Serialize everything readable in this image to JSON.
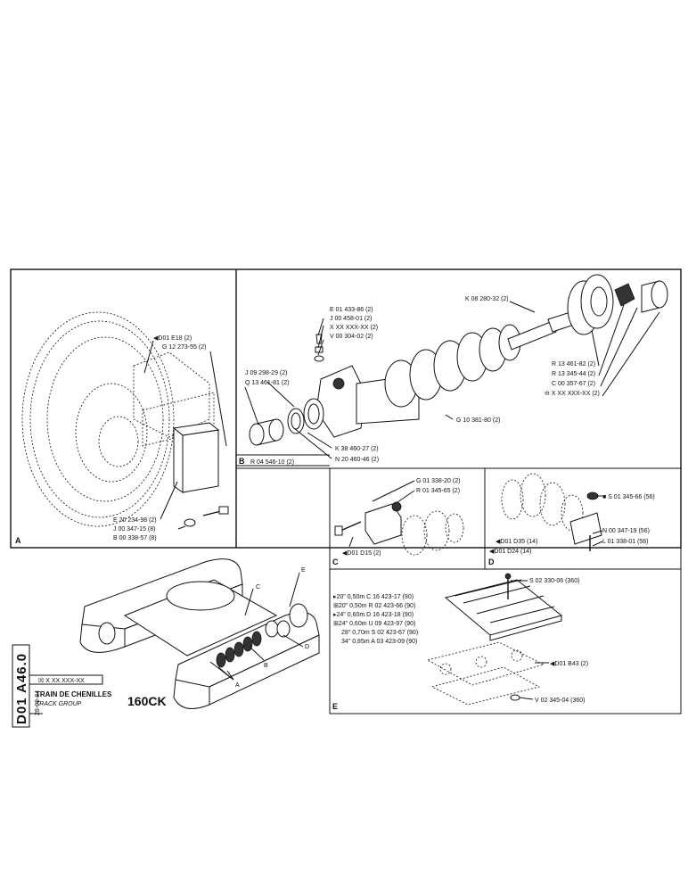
{
  "document": {
    "code": "D01 A46.0",
    "date": "28-09-84",
    "serial": "X XX XXX-XX",
    "title_fr": "TRAIN DE CHENILLES",
    "title_en": "TRACK GROUP",
    "model": "160CK"
  },
  "section_labels": {
    "A": "A",
    "B": "B",
    "C": "C",
    "D": "D",
    "E": "E"
  },
  "panel_A": {
    "parts": [
      "D01 E18 (2)",
      "G 12 273-55 (2)",
      "E 20 234-98 (2)",
      "J 00 347-15 (8)",
      "B 00 338-57 (8)"
    ]
  },
  "panel_B": {
    "title_part": "R 04 546-10 (2)",
    "parts_left": [
      "E 01 433-86 (2)",
      "J 00 458-01 (2)",
      "X XX XXX-XX (2)",
      "V 00 304-02 (2)",
      "J 09 298-29 (2)",
      "Q 13 461-81 (2)"
    ],
    "parts_bottom": [
      "K 38 460-27 (2)",
      "N 20 460-46 (2)",
      "G 10 381-80 (2)"
    ],
    "parts_right": [
      "K 08 280-32 (2)",
      "R 13 461-82 (2)",
      "R 13 345-44 (2)",
      "C 00 357-67 (2)",
      "X XX XXX-XX (2)"
    ]
  },
  "panel_C": {
    "parts": [
      "G 01 338-20 (2)",
      "R 01 345-65 (2)",
      "D01 D15 (2)"
    ]
  },
  "panel_D": {
    "parts": [
      "S 01 345-66 (56)",
      "N 00 347-19 (56)",
      "L 01 338-01 (56)",
      "D01 D35 (14)",
      "D01 D24 (14)"
    ]
  },
  "panel_E": {
    "shoes": [
      "20\" 0,50m C 16 423-17 (90)",
      "20\" 0,50m R 02 423-66 (90)",
      "24\" 0,60m D 16 423-18 (90)",
      "24\" 0,60m U 09 423-97 (90)",
      "28\" 0,70m S 02 423-67 (90)",
      "34\" 0,85m A 03 423-09 (90)"
    ],
    "parts": [
      "S 02 330-06 (360)",
      "D01 B43 (2)",
      "V 02 345-04 (360)"
    ]
  },
  "overview_labels": [
    "A",
    "B",
    "C",
    "D",
    "E"
  ]
}
